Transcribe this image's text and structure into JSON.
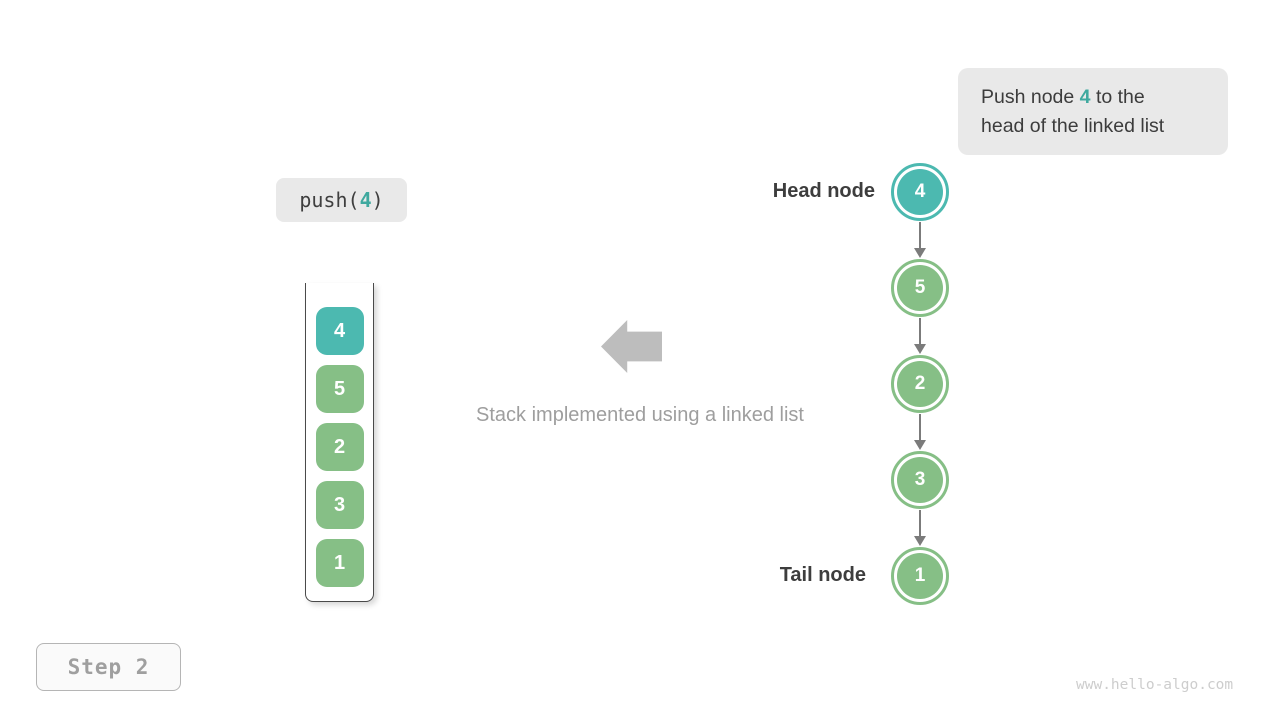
{
  "note": {
    "line1_pre": "Push node ",
    "line1_value": "4",
    "line1_post": " to the",
    "line2": "head of the linked list"
  },
  "operation": {
    "prefix": "push(",
    "arg": "4",
    "suffix": ")"
  },
  "stack": {
    "items": [
      {
        "value": "4",
        "highlight": true
      },
      {
        "value": "5",
        "highlight": false
      },
      {
        "value": "2",
        "highlight": false
      },
      {
        "value": "3",
        "highlight": false
      },
      {
        "value": "1",
        "highlight": false
      }
    ]
  },
  "arrow_icon": "left-block-arrow",
  "caption": "Stack implemented using a linked list",
  "linked_list": {
    "head_label": "Head node",
    "tail_label": "Tail node",
    "nodes": [
      {
        "value": "4",
        "highlight": true
      },
      {
        "value": "5",
        "highlight": false
      },
      {
        "value": "2",
        "highlight": false
      },
      {
        "value": "3",
        "highlight": false
      },
      {
        "value": "1",
        "highlight": false
      }
    ]
  },
  "step": {
    "label": "Step 2"
  },
  "watermark": "www.hello-algo.com",
  "colors": {
    "teal": "#4CB9B0",
    "green": "#86BF86",
    "teal_text": "#3FA99F",
    "arrow_gray": "#7b7b7b"
  }
}
